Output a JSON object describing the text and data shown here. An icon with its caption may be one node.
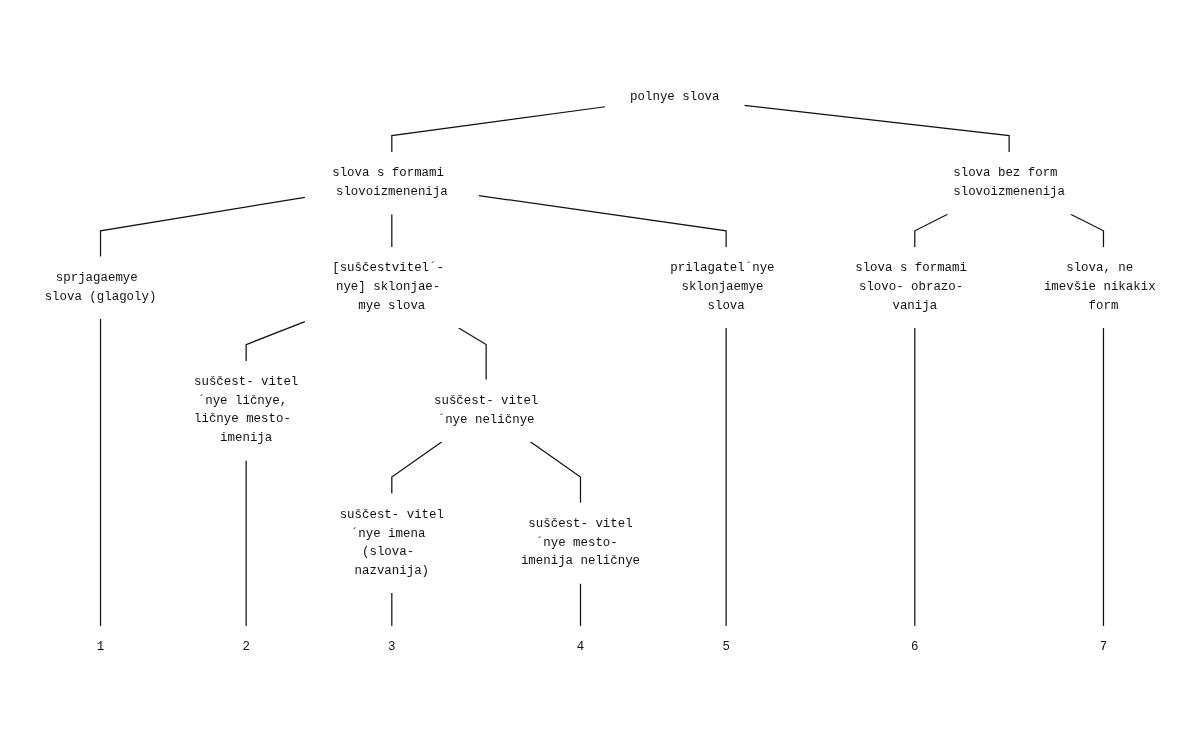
{
  "diagram": {
    "nodes": [
      {
        "text": [
          "polnye slova"
        ]
      },
      {
        "text": [
          "slova s formami slovoizmenenija"
        ]
      },
      {
        "text": [
          "slova bez form slovoizmenenija"
        ]
      },
      {
        "text": [
          "sprjagaemye slova (glagoly)"
        ]
      },
      {
        "text": [
          "[suščestvitel´- nye] sklonjae- mye slova"
        ]
      },
      {
        "text": [
          "prilagatel´nye sklonjaemye slova"
        ]
      },
      {
        "text": [
          "slova s formami slovo- obrazo- vanija"
        ]
      },
      {
        "text": [
          "slova, ne imevšie nikakix form"
        ]
      },
      {
        "text": [
          "suščest- vitel´nye ličnye, ličnye mesto- imenija"
        ]
      },
      {
        "text": [
          "suščest- vitel´nye neličnye"
        ]
      },
      {
        "text": [
          "suščest- vitel´nye imena (slova- nazvanija)"
        ]
      },
      {
        "text": [
          "suščest- vitel´nye mesto- imenija neličnye"
        ]
      },
      {
        "text": [
          "1"
        ]
      },
      {
        "text": [
          "2"
        ]
      },
      {
        "text": [
          "3"
        ]
      },
      {
        "text": [
          "4"
        ]
      },
      {
        "text": [
          "5"
        ]
      },
      {
        "text": [
          "6"
        ]
      },
      {
        "text": [
          "7"
        ]
      }
    ],
    "edges": [
      {
        "from": 0,
        "to": 1,
        "arrow": "none"
      },
      {
        "from": 0,
        "to": 2,
        "arrow": "none"
      },
      {
        "from": 1,
        "to": 3,
        "arrow": "none"
      },
      {
        "from": 1,
        "to": 4,
        "arrow": "none"
      },
      {
        "from": 1,
        "to": 5,
        "arrow": "none"
      },
      {
        "from": 2,
        "to": 6,
        "arrow": "none"
      },
      {
        "from": 2,
        "to": 7,
        "arrow": "none"
      },
      {
        "from": 4,
        "to": 8,
        "arrow": "none"
      },
      {
        "from": 4,
        "to": 9,
        "arrow": "none"
      },
      {
        "from": 9,
        "to": 10,
        "arrow": "none"
      },
      {
        "from": 9,
        "to": 11,
        "arrow": "none"
      },
      {
        "from": 3,
        "to": 12,
        "arrow": "none"
      },
      {
        "from": 8,
        "to": 13,
        "arrow": "none"
      },
      {
        "from": 10,
        "to": 14,
        "arrow": "none"
      },
      {
        "from": 11,
        "to": 15,
        "arrow": "none"
      },
      {
        "from": 5,
        "to": 16,
        "arrow": "none"
      },
      {
        "from": 6,
        "to": 17,
        "arrow": "none"
      },
      {
        "from": 7,
        "to": 18,
        "arrow": "none"
      }
    ]
  }
}
